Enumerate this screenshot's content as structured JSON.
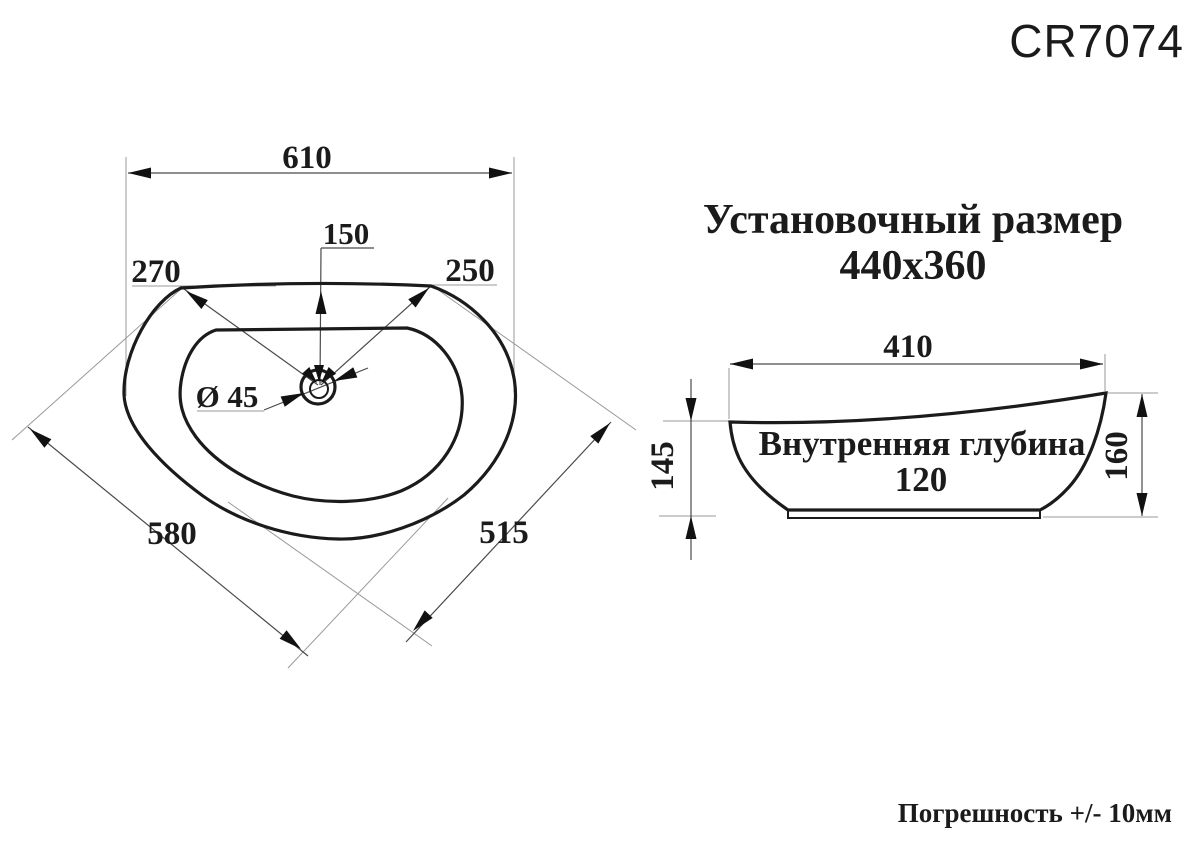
{
  "labels": {
    "product_code": "CR7074",
    "install_title": "Установочный размер",
    "install_size": "440x360",
    "tolerance": "Погрешность +/- 10мм"
  },
  "top_view": {
    "overall_width": "610",
    "drain_offset": "150",
    "corner_left": "270",
    "corner_right": "250",
    "drain_diameter": "Ø 45",
    "diagonal_left": "580",
    "diagonal_right": "515"
  },
  "side_view": {
    "top_width": "410",
    "height_left": "145",
    "height_right": "160",
    "inner_depth_label": "Внутренняя глубина",
    "inner_depth_value": "120"
  },
  "colors": {
    "ink": "#1b1b1b",
    "thin_line": "#9a9a9a",
    "background": "#ffffff"
  }
}
